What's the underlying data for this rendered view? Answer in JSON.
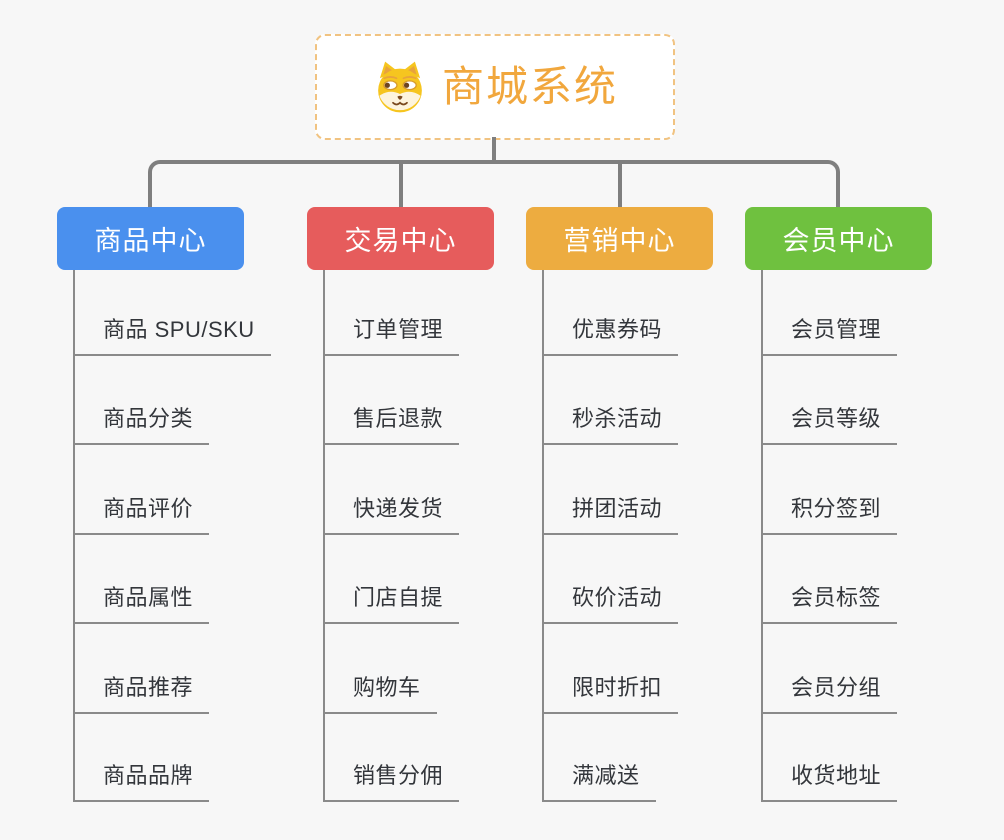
{
  "root": {
    "title": "商城系统",
    "icon": "doge-icon",
    "accent_color": "#f1a73d",
    "border_color": "#f1c381"
  },
  "connector_color": "#7f7f7f",
  "subtopic_text_color": "#33363b",
  "branches": [
    {
      "label": "商品中心",
      "color": "#4a90ee",
      "items": [
        "商品 SPU/SKU",
        "商品分类",
        "商品评价",
        "商品属性",
        "商品推荐",
        "商品品牌"
      ]
    },
    {
      "label": "交易中心",
      "color": "#e65c5c",
      "items": [
        "订单管理",
        "售后退款",
        "快递发货",
        "门店自提",
        "购物车",
        "销售分佣"
      ]
    },
    {
      "label": "营销中心",
      "color": "#edac40",
      "items": [
        "优惠券码",
        "秒杀活动",
        "拼团活动",
        "砍价活动",
        "限时折扣",
        "满减送"
      ]
    },
    {
      "label": "会员中心",
      "color": "#6fc13f",
      "items": [
        "会员管理",
        "会员等级",
        "积分签到",
        "会员标签",
        "会员分组",
        "收货地址"
      ]
    }
  ]
}
